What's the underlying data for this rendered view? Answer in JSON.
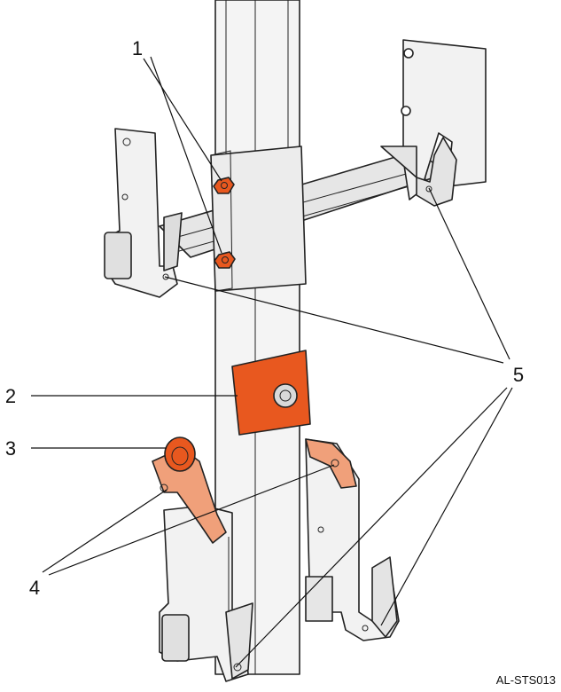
{
  "callouts": {
    "c1": "1",
    "c2": "2",
    "c3": "3",
    "c4": "4",
    "c5": "5"
  },
  "reference_code": "AL-STS013",
  "colors": {
    "accent_orange": "#e8581f",
    "light_orange": "#f0a07a",
    "metal_light": "#f2f2f2",
    "metal_shade": "#d8d8d8",
    "outline": "#222222"
  }
}
